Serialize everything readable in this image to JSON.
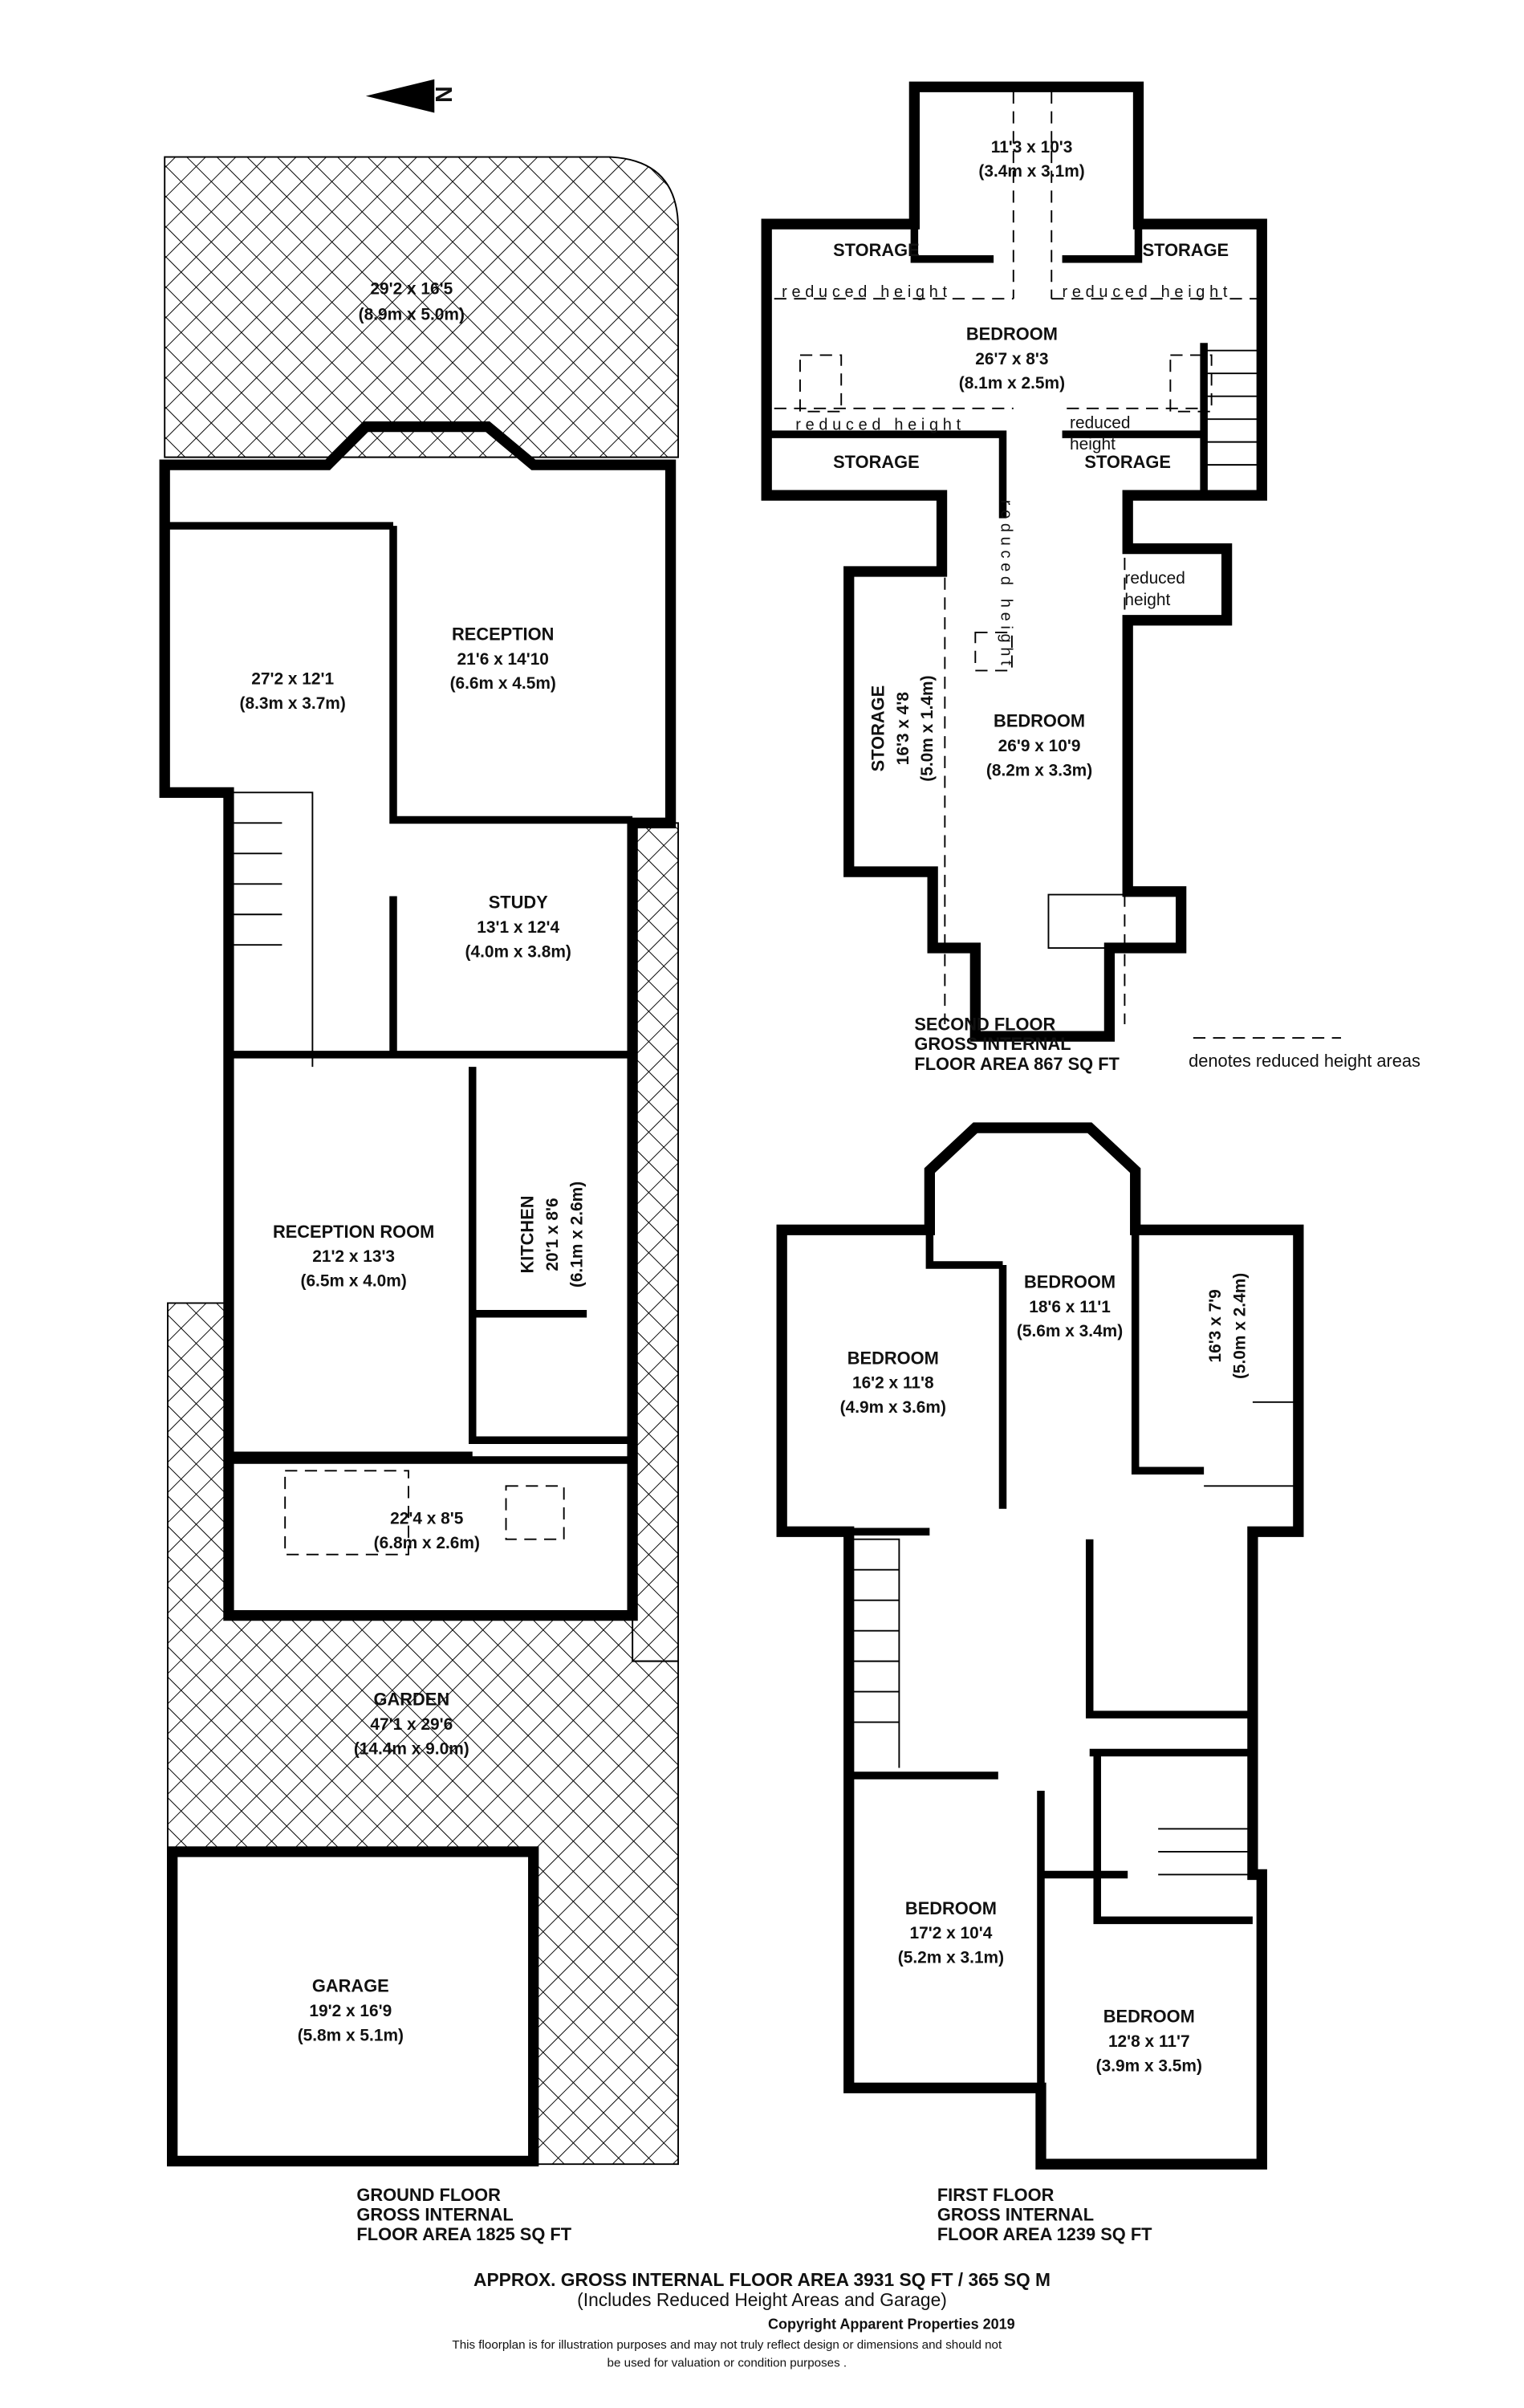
{
  "compass": {
    "label": "N"
  },
  "ground_floor": {
    "rooms": [
      {
        "name": "",
        "imperial": "29'2 x 16'5",
        "metric": "(8.9m x 5.0m)"
      },
      {
        "name": "RECEPTION",
        "imperial": "21'6 x 14'10",
        "metric": "(6.6m x 4.5m)"
      },
      {
        "name": "",
        "imperial": "27'2 x 12'1",
        "metric": "(8.3m x 3.7m)"
      },
      {
        "name": "STUDY",
        "imperial": "13'1 x 12'4",
        "metric": "(4.0m x 3.8m)"
      },
      {
        "name": "RECEPTION ROOM",
        "imperial": "21'2 x 13'3",
        "metric": "(6.5m x 4.0m)"
      },
      {
        "name": "KITCHEN",
        "imperial": "20'1 x 8'6",
        "metric": "(6.1m x 2.6m)"
      },
      {
        "name": "",
        "imperial": "22'4 x 8'5",
        "metric": "(6.8m x 2.6m)"
      },
      {
        "name": "GARDEN",
        "imperial": "47'1 x 29'6",
        "metric": "(14.4m x 9.0m)"
      },
      {
        "name": "GARAGE",
        "imperial": "19'2 x 16'9",
        "metric": "(5.8m x 5.1m)"
      }
    ],
    "caption": [
      "GROUND FLOOR",
      "GROSS INTERNAL",
      "FLOOR AREA 1825 SQ FT"
    ]
  },
  "second_floor": {
    "rooms": [
      {
        "name": "",
        "imperial": "11'3 x 10'3",
        "metric": "(3.4m x 3.1m)"
      },
      {
        "name": "STORAGE"
      },
      {
        "name": "STORAGE"
      },
      {
        "name": "BEDROOM",
        "imperial": "26'7 x 8'3",
        "metric": "(8.1m x 2.5m)"
      },
      {
        "name": "STORAGE"
      },
      {
        "name": "STORAGE"
      },
      {
        "name": "BEDROOM",
        "imperial": "26'9 x 10'9",
        "metric": "(8.2m x 3.3m)"
      },
      {
        "name": "STORAGE",
        "imperial": "16'3 x 4'8",
        "metric": "(5.0m x 1.4m)"
      }
    ],
    "reduced_height_label": "reduced height",
    "reduced_label_a": "reduced",
    "reduced_label_b": "height",
    "caption": [
      "SECOND FLOOR",
      "GROSS INTERNAL",
      "FLOOR AREA 867 SQ FT"
    ],
    "legend": "denotes reduced height areas"
  },
  "first_floor": {
    "rooms": [
      {
        "name": "BEDROOM",
        "imperial": "18'6 x 11'1",
        "metric": "(5.6m x 3.4m)"
      },
      {
        "name": "BEDROOM",
        "imperial": "16'2 x 11'8",
        "metric": "(4.9m x 3.6m)"
      },
      {
        "name": "",
        "imperial": "16'3 x 7'9",
        "metric": "(5.0m x 2.4m)"
      },
      {
        "name": "BEDROOM",
        "imperial": "17'2 x 10'4",
        "metric": "(5.2m x 3.1m)"
      },
      {
        "name": "BEDROOM",
        "imperial": "12'8 x 11'7",
        "metric": "(3.9m x 3.5m)"
      }
    ],
    "caption": [
      "FIRST FLOOR",
      "GROSS INTERNAL",
      "FLOOR AREA 1239 SQ FT"
    ]
  },
  "footer": {
    "total": "APPROX. GROSS INTERNAL FLOOR AREA 3931 SQ FT / 365 SQ M",
    "includes": "(Includes Reduced Height Areas and Garage)",
    "copyright": "Copyright Apparent Properties 2019",
    "disclaimer_1": "This floorplan is for illustration purposes and may not truly reflect design or dimensions and should not",
    "disclaimer_2": "be used for valuation or condition purposes ."
  }
}
